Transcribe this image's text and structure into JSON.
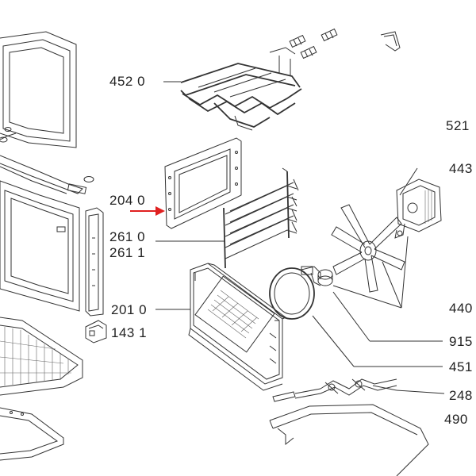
{
  "callouts": [
    {
      "id": "c4520",
      "text": "452 0"
    },
    {
      "id": "c5211",
      "text": "521"
    },
    {
      "id": "c2040",
      "text": "204 0"
    },
    {
      "id": "c443",
      "text": "443"
    },
    {
      "id": "c2610",
      "text": "261 0"
    },
    {
      "id": "c2611",
      "text": "261 1"
    },
    {
      "id": "c2010",
      "text": "201 0"
    },
    {
      "id": "c440",
      "text": "440"
    },
    {
      "id": "c1431",
      "text": "143 1"
    },
    {
      "id": "c915",
      "text": "915"
    },
    {
      "id": "c451",
      "text": "451"
    },
    {
      "id": "c248",
      "text": "248"
    },
    {
      "id": "c490",
      "text": "490"
    }
  ],
  "colors": {
    "ink": "#333333",
    "label": "#222222",
    "arrow": "#e02020",
    "background": "#ffffff"
  },
  "highlight": {
    "target": "204 0",
    "icon": "red-arrow-icon"
  }
}
